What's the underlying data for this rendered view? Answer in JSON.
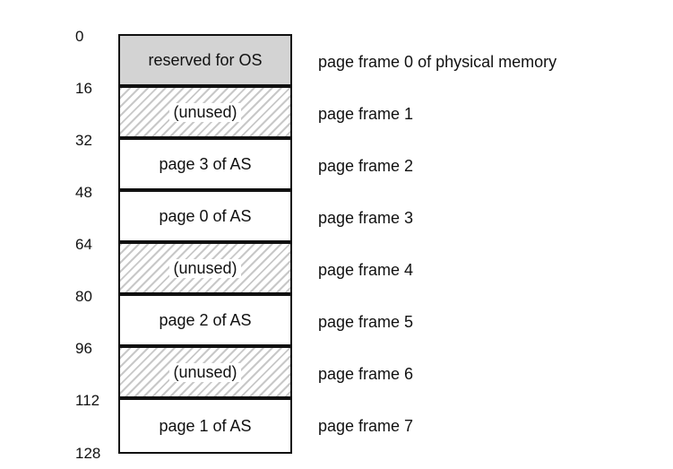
{
  "addresses": [
    "0",
    "16",
    "32",
    "48",
    "64",
    "80",
    "96",
    "112",
    "128"
  ],
  "frames": [
    {
      "content": "reserved for OS",
      "kind": "reserved",
      "label": "page frame 0 of physical memory"
    },
    {
      "content": "(unused)",
      "kind": "unused",
      "label": "page frame 1"
    },
    {
      "content": "page 3 of AS",
      "kind": "used",
      "label": "page frame 2"
    },
    {
      "content": "page 0 of AS",
      "kind": "used",
      "label": "page frame 3"
    },
    {
      "content": "(unused)",
      "kind": "unused",
      "label": "page frame 4"
    },
    {
      "content": "page 2 of AS",
      "kind": "used",
      "label": "page frame 5"
    },
    {
      "content": "(unused)",
      "kind": "unused",
      "label": "page frame 6"
    },
    {
      "content": "page 1 of AS",
      "kind": "used",
      "label": "page frame 7"
    }
  ],
  "colors": {
    "reserved_fill": "#d3d3d3",
    "unused_hatch": "#c8c8c8",
    "border": "#111111"
  }
}
